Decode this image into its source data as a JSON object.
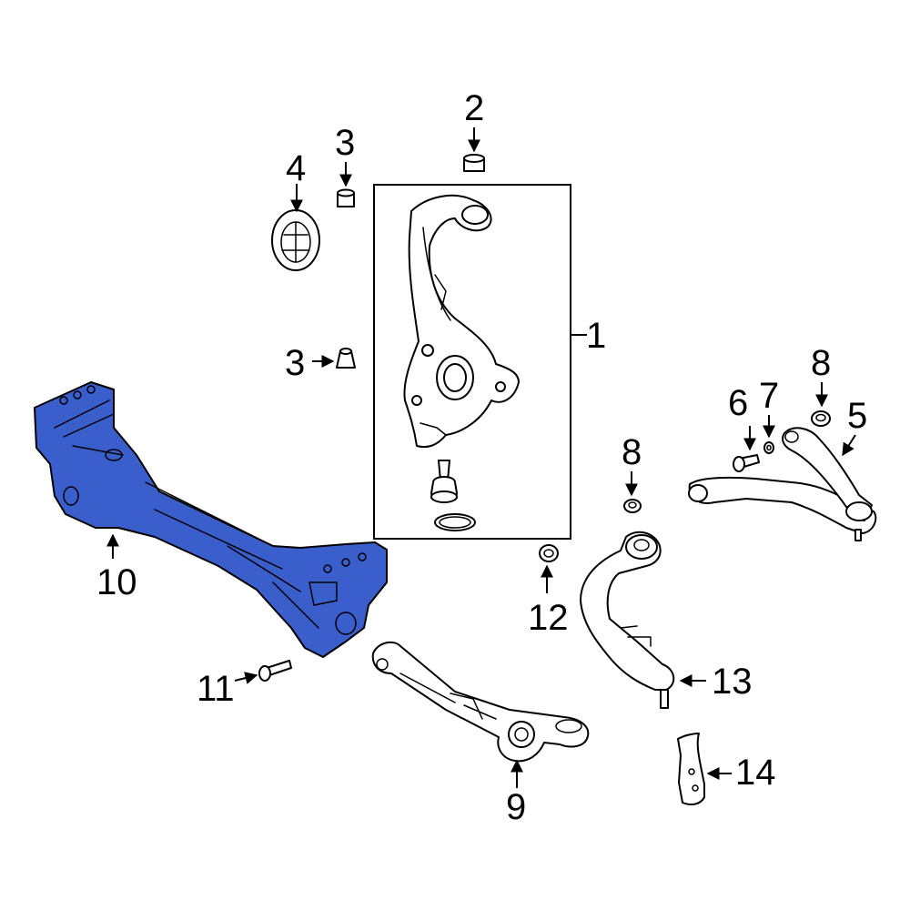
{
  "highlight_color": "#3a5fcd",
  "callouts": {
    "c1": "1",
    "c2": "2",
    "c3a": "3",
    "c3b": "3",
    "c4": "4",
    "c5": "5",
    "c6": "6",
    "c7": "7",
    "c8a": "8",
    "c8b": "8",
    "c9": "9",
    "c10": "10",
    "c11": "11",
    "c12": "12",
    "c13": "13",
    "c14": "14"
  }
}
